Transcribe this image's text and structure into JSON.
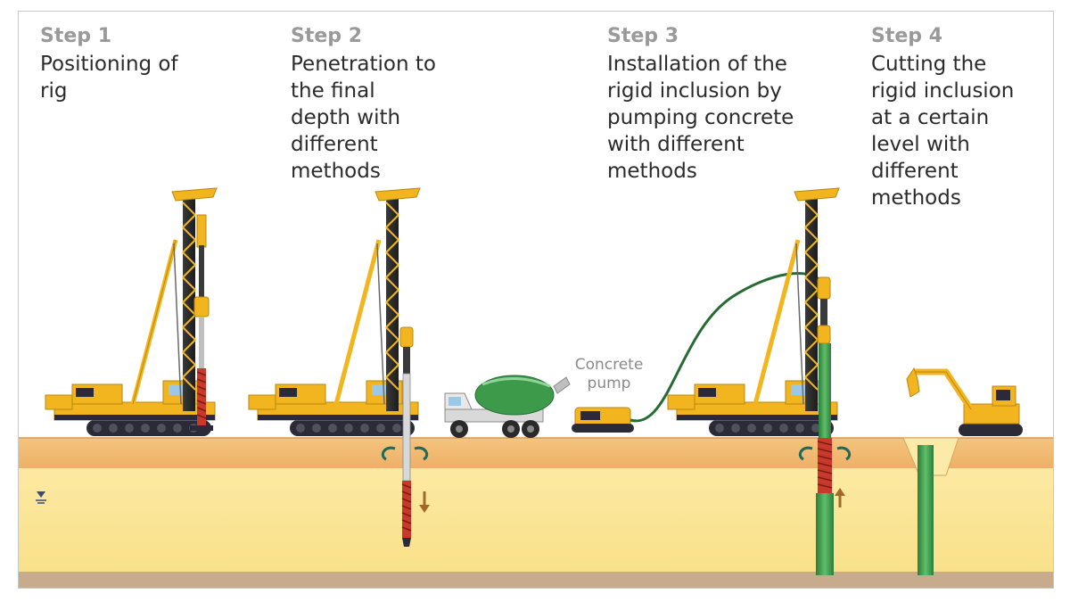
{
  "steps": [
    {
      "title": "Step 1",
      "lines": [
        "Positioning of",
        "rig"
      ]
    },
    {
      "title": "Step 2",
      "lines": [
        "Penetration to",
        "the final",
        "depth with",
        "different",
        "methods"
      ]
    },
    {
      "title": "Step 3",
      "lines": [
        "Installation of the",
        "rigid inclusion by",
        "pumping concrete",
        "with different",
        "methods"
      ]
    },
    {
      "title": "Step 4",
      "lines": [
        "Cutting the",
        "rigid inclusion",
        "at a certain",
        "level with",
        "different",
        "methods"
      ]
    }
  ],
  "labels": {
    "pump": [
      "Concrete",
      "pump"
    ]
  },
  "colors": {
    "machine_yellow": "#f2b51f",
    "machine_dark": "#2a2a3a",
    "top_soil": "#f0b66c",
    "sub_soil": "#fbe79a",
    "bedrock": "#c9ad8f",
    "auger_red": "#c8392b",
    "concrete_green": "#3c9a4a",
    "hose_green": "#256b33",
    "arrow_brown": "#a3672a"
  },
  "icons": [
    "water-table-icon",
    "spoil-arrow-icon",
    "down-arrow-icon",
    "up-arrow-icon"
  ]
}
